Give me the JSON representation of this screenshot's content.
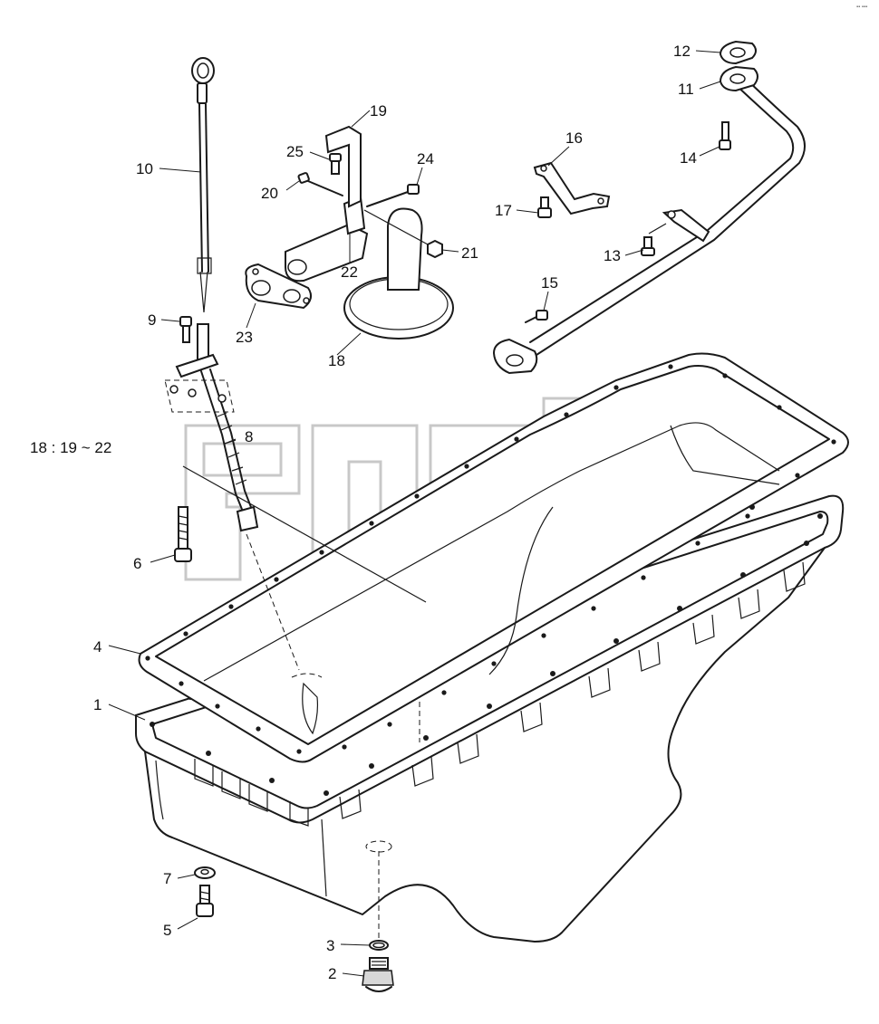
{
  "callouts": [
    {
      "number": "1"
    },
    {
      "number": "2"
    },
    {
      "number": "3"
    },
    {
      "number": "4"
    },
    {
      "number": "5"
    },
    {
      "number": "6"
    },
    {
      "number": "7"
    },
    {
      "number": "8"
    },
    {
      "number": "9"
    },
    {
      "number": "10"
    },
    {
      "number": "11"
    },
    {
      "number": "12"
    },
    {
      "number": "13"
    },
    {
      "number": "14"
    },
    {
      "number": "15"
    },
    {
      "number": "16"
    },
    {
      "number": "17"
    },
    {
      "number": "18"
    },
    {
      "number": "19"
    },
    {
      "number": "20"
    },
    {
      "number": "21"
    },
    {
      "number": "22"
    },
    {
      "number": "23"
    },
    {
      "number": "24"
    },
    {
      "number": "25"
    }
  ],
  "note": "18 : 19 ~ 22",
  "watermark": {
    "trademark": "TM"
  }
}
